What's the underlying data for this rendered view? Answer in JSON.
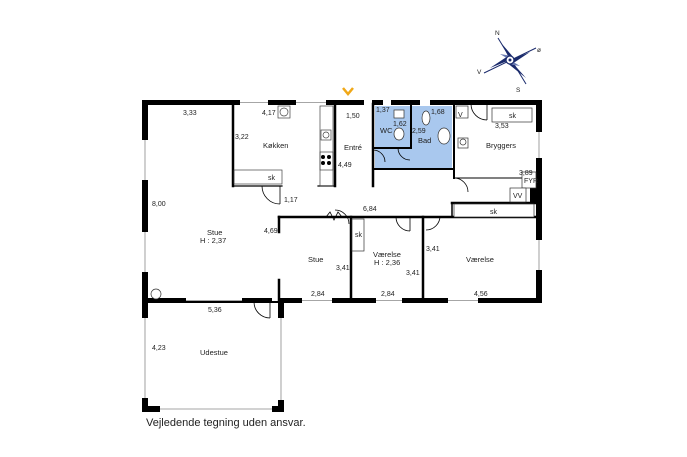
{
  "compass": {
    "n": "N",
    "o": "ø",
    "v": "V",
    "s": "S"
  },
  "rooms": {
    "kokken": "Køkken",
    "entre": "Entré",
    "wc": "WC",
    "bad": "Bad",
    "bryggers": "Bryggers",
    "stue_main": "Stue",
    "stue_main_h": "H : 2,37",
    "stue_small": "Stue",
    "vaerelse1": "Værelse",
    "vaerelse1_h": "H : 2,36",
    "vaerelse2": "Værelse",
    "udestue": "Udestue"
  },
  "fixtures": {
    "sk1": "sk",
    "sk2": "sk",
    "sk3": "sk",
    "sk4": "sk",
    "v": "V",
    "fyr": "FYR",
    "vv": "VV"
  },
  "dims": {
    "d333": "3,33",
    "d417": "4,17",
    "d322": "3,22",
    "d150": "1,50",
    "d137": "1,37",
    "d168": "1,68",
    "d162": "1,62",
    "d259": "2,59",
    "d449": "4,49",
    "d353": "3,53",
    "d389": "3,89",
    "d800": "8,00",
    "d117": "1,17",
    "d684": "6,84",
    "d469": "4,69",
    "d341a": "3,41",
    "d341b": "3,41",
    "d341c": "3,41",
    "d284a": "2,84",
    "d284b": "2,84",
    "d456": "4,56",
    "d536": "5,36",
    "d423": "4,23"
  },
  "disclaimer": "Vejledende tegning uden ansvar."
}
